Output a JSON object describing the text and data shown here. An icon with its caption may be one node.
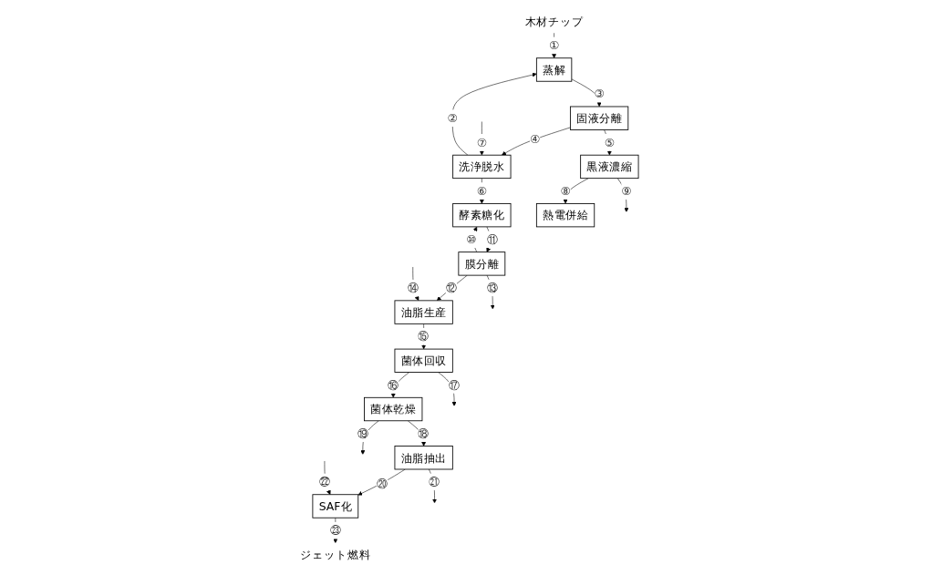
{
  "diagram": {
    "nodes": [
      {
        "text": [
          "木材チップ"
        ]
      },
      {
        "text": [
          "蒸解"
        ]
      },
      {
        "text": [
          "固液分離"
        ]
      },
      {
        "text": [
          "洗浄脱水"
        ]
      },
      {
        "text": [
          "酵素糖化"
        ]
      },
      {
        "text": [
          "膜分離"
        ]
      },
      {
        "text": [
          "黒液濃縮"
        ]
      },
      {
        "text": [
          "熱電併給"
        ]
      },
      {
        "text": [
          "油脂生産"
        ]
      },
      {
        "text": [
          "菌体回収"
        ]
      },
      {
        "text": [
          "菌体乾燥"
        ]
      },
      {
        "text": [
          "油脂抽出"
        ]
      },
      {
        "text": [
          "SAF化"
        ]
      },
      {
        "text": [
          "ジェット燃料"
        ]
      }
    ],
    "edges": [
      {
        "from": 0,
        "to": 1,
        "arrow": "to",
        "label": "①"
      },
      {
        "from": 3,
        "to": 1,
        "arrow": "to",
        "label": "②"
      },
      {
        "from": 1,
        "to": 2,
        "arrow": "to",
        "label": "③"
      },
      {
        "from": 2,
        "to": 3,
        "arrow": "to",
        "label": "④"
      },
      {
        "from": 3,
        "to": 4,
        "arrow": "to",
        "label": "⑥"
      },
      {
        "from": null,
        "to": 3,
        "arrow": "to",
        "label": "⑦"
      },
      {
        "from": 2,
        "to": 6,
        "arrow": "to",
        "label": "⑤"
      },
      {
        "from": 6,
        "to": null,
        "arrow": "to",
        "label": "⑨"
      },
      {
        "from": 6,
        "to": 7,
        "arrow": "to",
        "label": "⑧"
      },
      {
        "from": 5,
        "to": 4,
        "arrow": "to",
        "label": "⑩"
      },
      {
        "from": 4,
        "to": 5,
        "arrow": "to",
        "label": "⑪"
      },
      {
        "from": 5,
        "to": null,
        "arrow": "to",
        "label": "⑬"
      },
      {
        "from": 5,
        "to": 8,
        "arrow": "to",
        "label": "⑫"
      },
      {
        "from": null,
        "to": 8,
        "arrow": "to",
        "label": "⑭"
      },
      {
        "from": 8,
        "to": 9,
        "arrow": "to",
        "label": "⑮"
      },
      {
        "from": 9,
        "to": null,
        "arrow": "to",
        "label": "⑰"
      },
      {
        "from": 9,
        "to": 10,
        "arrow": "to",
        "label": "⑯"
      },
      {
        "from": 10,
        "to": null,
        "arrow": "to",
        "label": "⑲"
      },
      {
        "from": 10,
        "to": 11,
        "arrow": "to",
        "label": "⑱"
      },
      {
        "from": 11,
        "to": 12,
        "arrow": "to",
        "label": "⑳"
      },
      {
        "from": 11,
        "to": null,
        "arrow": "to",
        "label": "㉑"
      },
      {
        "from": null,
        "to": 12,
        "arrow": "to",
        "label": "㉒"
      },
      {
        "from": 12,
        "to": 13,
        "arrow": "to",
        "label": "㉓"
      }
    ]
  }
}
